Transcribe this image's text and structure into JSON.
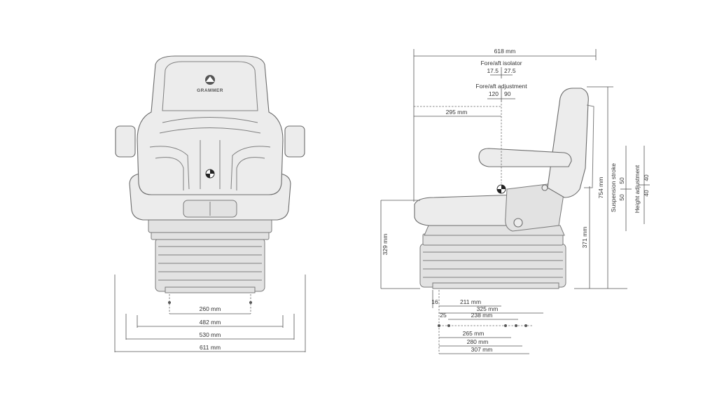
{
  "brand": {
    "logo_text": "GRAMMER"
  },
  "front_view": {
    "dims": {
      "d260": "260 mm",
      "d482": "482 mm",
      "d530": "530 mm",
      "d611": "611 mm"
    }
  },
  "side_view": {
    "dims": {
      "d618": "618 mm",
      "fore_aft_isolator_label": "Fore/aft isolator",
      "isolator_a": "17.5",
      "isolator_b": "27.5",
      "fore_aft_adjustment_label": "Fore/aft adjustment",
      "adjust_a": "120",
      "adjust_b": "90",
      "d295": "295 mm",
      "d329": "329 mm",
      "d371": "371 mm",
      "d754": "754 mm",
      "suspension_stroke_label": "Suspension stroke",
      "stroke_a": "50",
      "stroke_b": "50",
      "height_adjustment_label": "Height adjustment",
      "height_a": "40",
      "height_b": "40",
      "d16": "16",
      "d211": "211 mm",
      "d325": "325 mm",
      "d25": "25",
      "d238": "238 mm",
      "d265": "265 mm",
      "d280": "280 mm",
      "d307": "307 mm"
    }
  }
}
